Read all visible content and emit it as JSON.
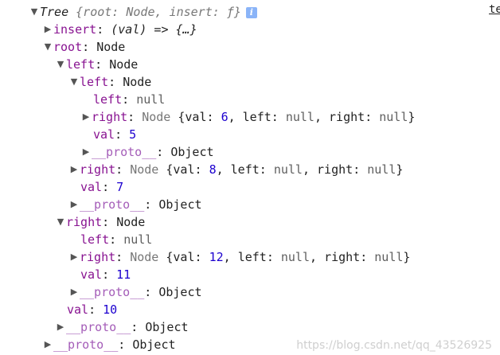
{
  "console": {
    "root_label": "Tree",
    "root_preview_open": "{root: Node, insert: ",
    "root_preview_fn": "ƒ",
    "root_preview_close": "}",
    "info_glyph": "i",
    "source_link": "te",
    "insert": {
      "key": "insert",
      "value": "(val) => {…}"
    },
    "root_key": "root",
    "node_type": "Node",
    "object_type": "Object",
    "proto_key": "__proto__",
    "left_key": "left",
    "right_key": "right",
    "val_key": "val",
    "null_value": "null",
    "root": {
      "val": "10",
      "left": {
        "val": "7",
        "left": {
          "val": "5",
          "right_preview": {
            "val": "6",
            "left": "null",
            "right": "null"
          }
        },
        "right_preview": {
          "val": "8",
          "left": "null",
          "right": "null"
        }
      },
      "right": {
        "val": "11",
        "right_preview": {
          "val": "12",
          "left": "null",
          "right": "null"
        }
      }
    }
  },
  "watermark": "https://blog.csdn.net/qq_43526925"
}
